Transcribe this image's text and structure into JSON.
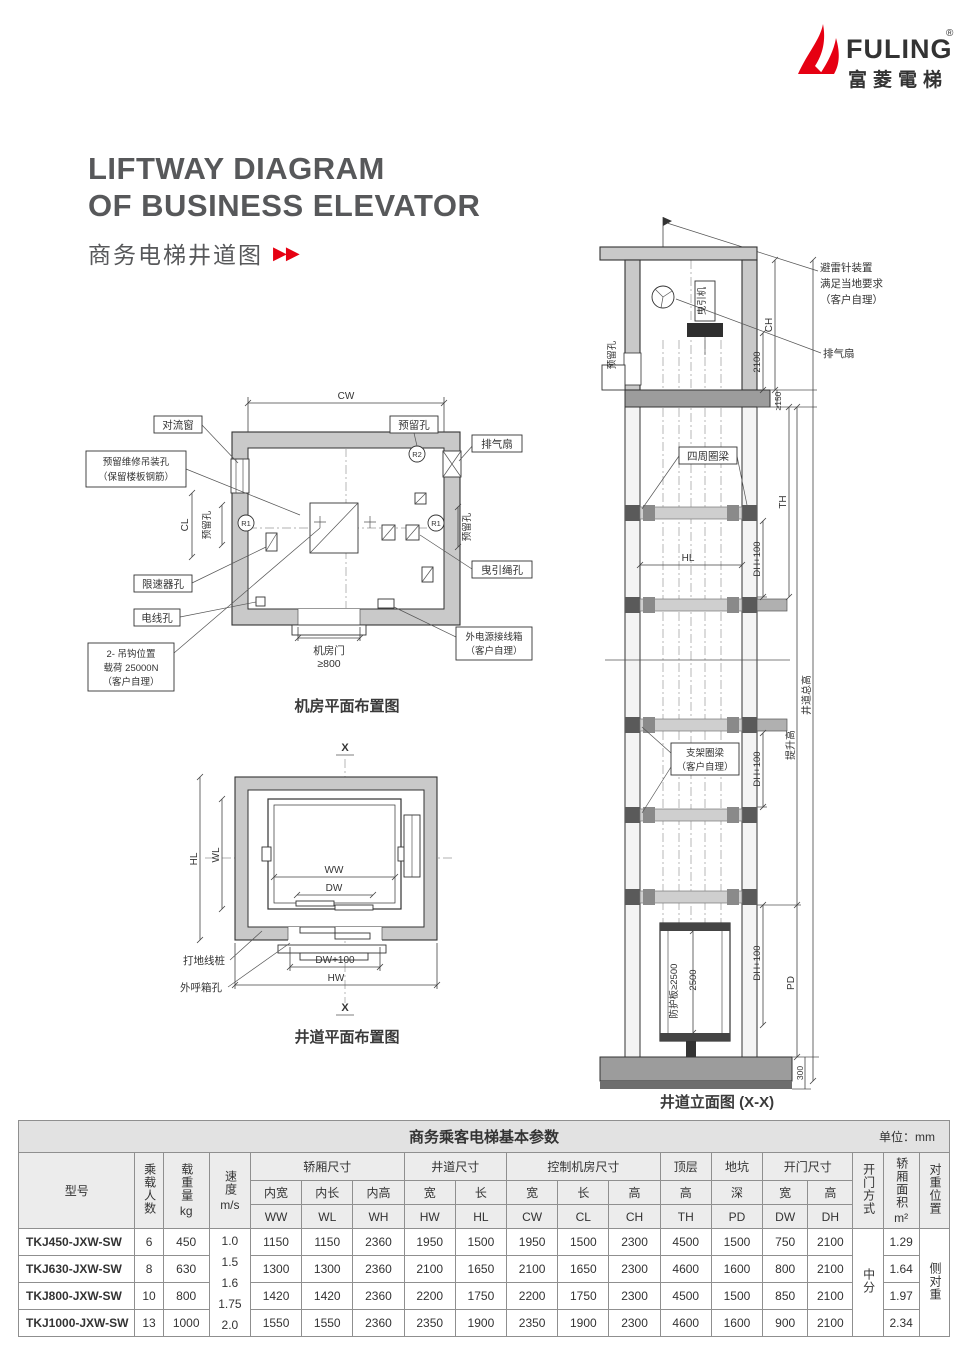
{
  "logo": {
    "brand": "FULING",
    "reg": "®",
    "brand_cn": "富菱電梯",
    "accent": "#e60012"
  },
  "title": {
    "line1": "LIFTWAY DIAGRAM",
    "line2": "OF BUSINESS ELEVATOR",
    "cn": "商务电梯井道图",
    "arrows_icon": "▶▶"
  },
  "machine_room": {
    "caption": "机房平面布置图",
    "dim_cw": "CW",
    "dim_cl": "CL",
    "lbl_convection_window": "对流窗",
    "lbl_reserved": "预留孔",
    "lbl_r1": "R1",
    "lbl_r2": "R2",
    "lbl_exhaust_fan": "排气扇",
    "lbl_maint_1": "预留维修吊装孔",
    "lbl_maint_2": "（保留楼板钢筋）",
    "lbl_rope_hole": "曳引绳孔",
    "lbl_governor_hole": "限速器孔",
    "lbl_wire_hole": "电线孔",
    "lbl_hook_1": "2- 吊钩位置",
    "lbl_hook_2": "载荷 25000N",
    "lbl_hook_3": "（客户自理）",
    "lbl_door_1": "机房门",
    "lbl_door_2": "≥800",
    "lbl_junction_1": "外电源接线箱",
    "lbl_junction_2": "（客户自理）"
  },
  "shaft_plan": {
    "caption": "井道平面布置图",
    "sec_x": "X",
    "dim_hl": "HL",
    "dim_wl": "WL",
    "dim_ww": "WW",
    "dim_dw": "DW",
    "dim_dw100": "DW+100",
    "dim_hw": "HW",
    "lbl_ground_stake": "打地线桩",
    "lbl_callbox_hole": "外呼箱孔"
  },
  "elevation": {
    "caption": "井道立面图 (X-X)",
    "lbl_lightning_1": "避雷针装置",
    "lbl_lightning_2": "满足当地要求",
    "lbl_lightning_3": "（客户自理）",
    "lbl_traction": "曳引机",
    "lbl_reserved": "预留孔",
    "lbl_exhaust_fan": "排气扇",
    "dim_ch": "CH",
    "dim_2100": "2100",
    "dim_150": "≥150",
    "lbl_ring_beam": "四周圈梁",
    "dim_th": "TH",
    "dim_hl": "HL",
    "dim_dh100": "DH+100",
    "dim_total": "井道总高",
    "dim_lift": "提升高",
    "lbl_bracket_1": "支架圈梁",
    "lbl_bracket_2": "（客户自理）",
    "lbl_guard": "防护板≥2500",
    "dim_2500": "2500",
    "dim_pd": "PD",
    "dim_300": "300"
  },
  "table": {
    "title": "商务乘客电梯基本参数",
    "unit": "单位：mm",
    "h_model": "型号",
    "h_persons": "乘载人数",
    "h_capacity": "载重量",
    "h_capacity_unit": "kg",
    "h_speed": "速度",
    "h_speed_unit": "m/s",
    "g_car": "轿厢尺寸",
    "g_shaft": "井道尺寸",
    "g_machine": "控制机房尺寸",
    "g_top": "顶层",
    "g_pit": "地坑",
    "g_door": "开门尺寸",
    "h_door_type": "开门方式",
    "h_area": "轿厢面积",
    "h_area_unit": "m²",
    "h_cwt": "对重位置",
    "sub": [
      "内宽",
      "内长",
      "内高",
      "宽",
      "长",
      "宽",
      "长",
      "高",
      "高",
      "深",
      "宽",
      "高"
    ],
    "codes": [
      "WW",
      "WL",
      "WH",
      "HW",
      "HL",
      "CW",
      "CL",
      "CH",
      "TH",
      "PD",
      "DW",
      "DH"
    ],
    "speeds": [
      "1.0",
      "1.5",
      "1.6",
      "1.75",
      "2.0"
    ],
    "door_type": "中分",
    "cwt_pos": "侧对重",
    "rows": [
      {
        "model": "TKJ450-JXW-SW",
        "persons": "6",
        "capacity": "450",
        "vals": [
          "1150",
          "1150",
          "2360",
          "1950",
          "1500",
          "1950",
          "1500",
          "2300",
          "4500",
          "1500",
          "750",
          "2100"
        ],
        "area": "1.29"
      },
      {
        "model": "TKJ630-JXW-SW",
        "persons": "8",
        "capacity": "630",
        "vals": [
          "1300",
          "1300",
          "2360",
          "2100",
          "1650",
          "2100",
          "1650",
          "2300",
          "4600",
          "1600",
          "800",
          "2100"
        ],
        "area": "1.64"
      },
      {
        "model": "TKJ800-JXW-SW",
        "persons": "10",
        "capacity": "800",
        "vals": [
          "1420",
          "1420",
          "2360",
          "2200",
          "1750",
          "2200",
          "1750",
          "2300",
          "4500",
          "1500",
          "850",
          "2100"
        ],
        "area": "1.97"
      },
      {
        "model": "TKJ1000-JXW-SW",
        "persons": "13",
        "capacity": "1000",
        "vals": [
          "1550",
          "1550",
          "2360",
          "2350",
          "1900",
          "2350",
          "1900",
          "2300",
          "4600",
          "1600",
          "900",
          "2100"
        ],
        "area": "2.34"
      }
    ]
  }
}
